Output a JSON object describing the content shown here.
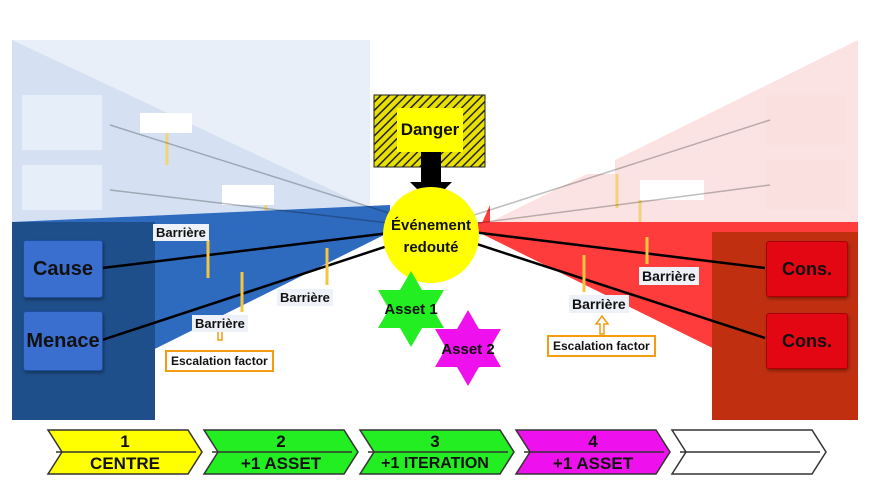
{
  "center": {
    "danger": "Danger",
    "event_line1": "Événement",
    "event_line2": "redouté"
  },
  "assets": [
    {
      "label": "Asset 1",
      "color": "#22ee22"
    },
    {
      "label": "Asset 2",
      "color": "#ee11ee"
    }
  ],
  "left": {
    "cause": "Cause",
    "menace": "Menace"
  },
  "right": {
    "cons_1": "Cons.",
    "cons_2": "Cons."
  },
  "barriers": [
    "Barrière",
    "Barrière",
    "Barrière",
    "Barrière",
    "Barrière"
  ],
  "escalation": [
    "Escalation factor",
    "Escalation factor"
  ],
  "steps": [
    {
      "number": "1",
      "label": "CENTRE",
      "color": "#ffff00"
    },
    {
      "number": "2",
      "label": "+1 ASSET",
      "color": "#22ee22"
    },
    {
      "number": "3",
      "label": "+1 ITERATION",
      "color": "#22ee22"
    },
    {
      "number": "4",
      "label": "+1 ASSET",
      "color": "#ee11ee"
    },
    {
      "number": "",
      "label": "",
      "color": "#ffffff"
    }
  ],
  "colors": {
    "blue_dark": "#1f4f8a",
    "blue": "#2e6bbf",
    "red": "#ff3c3c",
    "red_dark": "#c03010",
    "yellow": "#ffff00"
  }
}
